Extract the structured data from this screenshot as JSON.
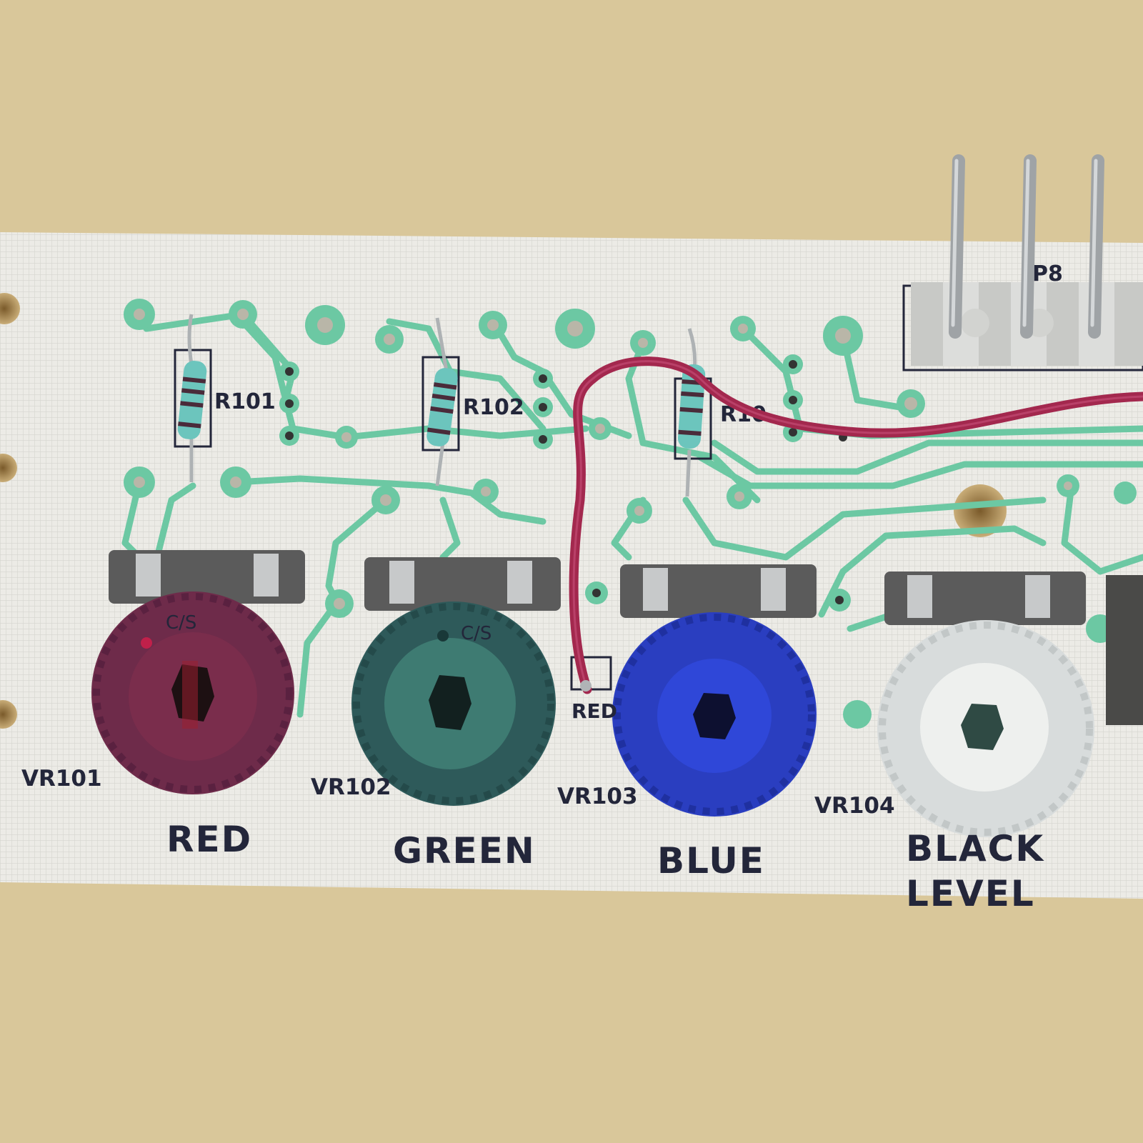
{
  "board": {
    "resistors": [
      {
        "id": "r101",
        "label": "R101"
      },
      {
        "id": "r102",
        "label": "R102"
      },
      {
        "id": "r103",
        "label": "R10"
      }
    ],
    "connector_label": "P8",
    "jumper_label": "RED",
    "pots": [
      {
        "ref": "VR101",
        "label": "RED",
        "knob_color": "#6e2b4a",
        "cap_mark": "C/S"
      },
      {
        "ref": "VR102",
        "label": "GREEN",
        "knob_color": "#2e5a5a",
        "cap_mark": "C/S"
      },
      {
        "ref": "VR103",
        "label": "BLUE",
        "knob_color": "#2a3ec0",
        "cap_mark": ""
      },
      {
        "ref": "VR104",
        "label_line1": "BLACK",
        "label_line2": "LEVEL",
        "knob_color": "#d8dcdc",
        "cap_mark": ""
      }
    ]
  },
  "colors": {
    "background": "#d9c79a",
    "board": "#ecebe6",
    "trace": "#6cc8a3",
    "wire": "#a3284e"
  }
}
